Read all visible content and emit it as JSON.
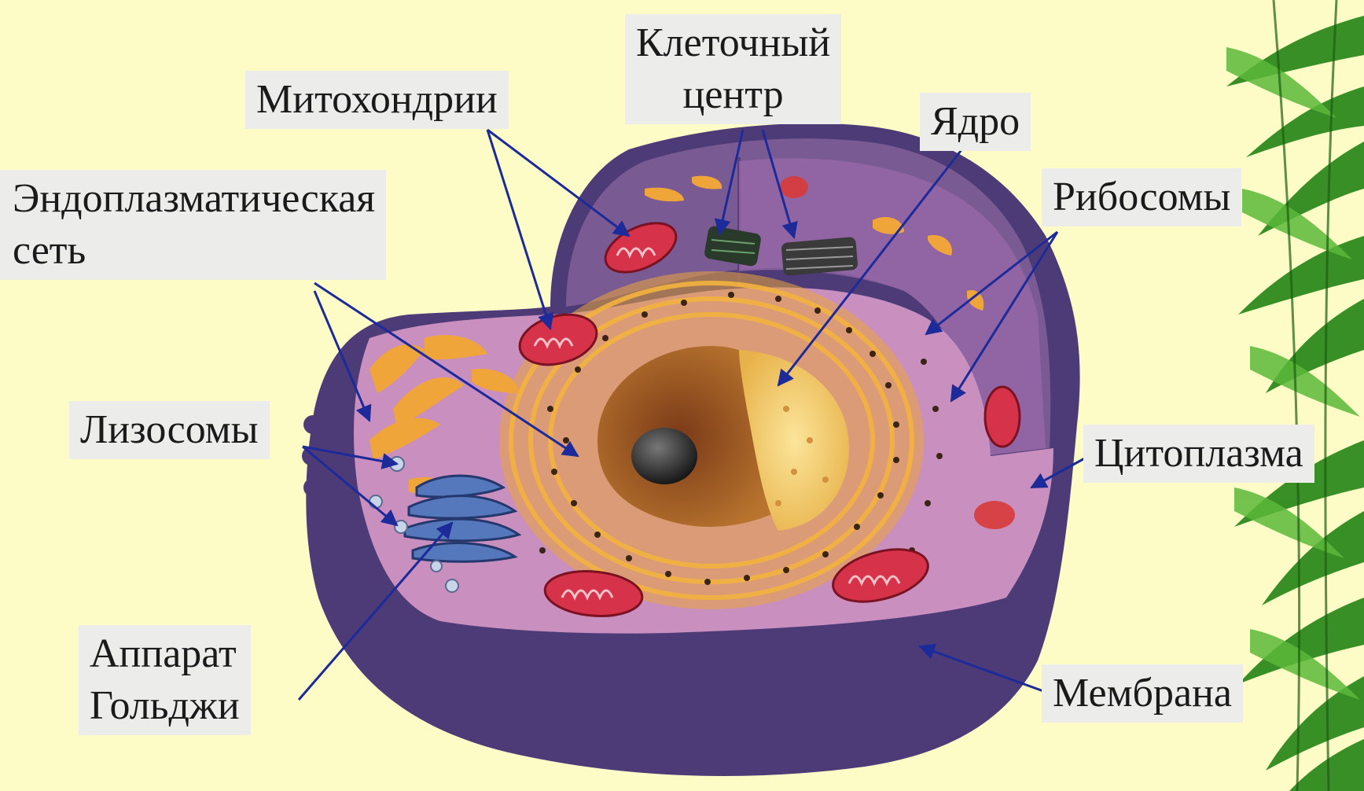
{
  "labels": {
    "mitochondria": "Митохондрии",
    "cell_center_1": "Клеточный",
    "cell_center_2": "центр",
    "nucleus": "Ядро",
    "er_1": "Эндоплазматическая",
    "er_2": "сеть",
    "ribosomes": "Рибосомы",
    "lysosomes": "Лизосомы",
    "cytoplasm": "Цитоплазма",
    "golgi_1": "Аппарат",
    "golgi_2": "Гольджи",
    "membrane": "Мембрана"
  },
  "colors": {
    "background": "#fdfcc6",
    "label_box": "#ececea",
    "arrow": "#1c2a9a",
    "cell_outer": "#4d3b78",
    "cytoplasm": "#c98fbf",
    "nucleus": "#a35a2a",
    "er": "#f0a53a",
    "mitochondria": "#d6334a",
    "golgi": "#5577bb",
    "foliage": "#2e8a1e"
  }
}
